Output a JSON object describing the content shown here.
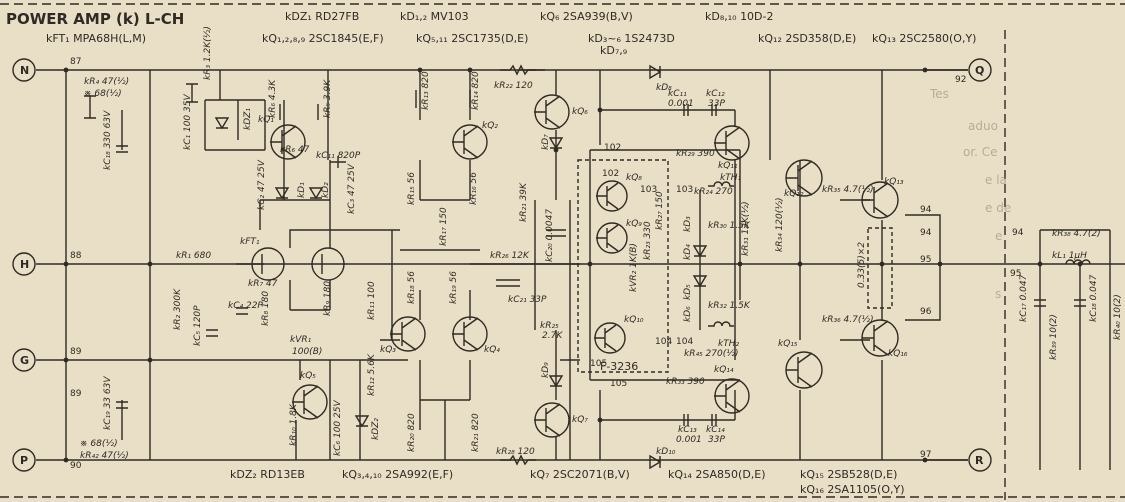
{
  "title": "POWER AMP (k) L-CH",
  "top_annotations": {
    "kdz1": "kDZ₁ RD27FB",
    "kd12": "kD₁,₂ MV103",
    "kq6": "kQ₆ 2SA939(B,V)",
    "kd810": "kD₈,₁₀ 10D-2",
    "kft1": "kFT₁ MPA68H(L,M)",
    "kq1289": "kQ₁,₂,₈,₉ 2SC1845(E,F)",
    "kq511": "kQ₅,₁₁ 2SC1735(D,E)",
    "kd36": "kD₃~₆ 1S2473D",
    "kd79": "kD₇,₉",
    "kq12": "kQ₁₂ 2SD358(D,E)",
    "kq13": "kQ₁₃ 2SC2580(O,Y)"
  },
  "bottom_annotations": {
    "kdz2": "kDZ₂ RD13EB",
    "kq3410": "kQ₃,₄,₁₀ 2SA992(E,F)",
    "kq7": "kQ₇ 2SC2071(B,V)",
    "kq14": "kQ₁₄ 2SA850(D,E)",
    "kq15": "kQ₁₅ 2SB528(D,E)",
    "kq16": "kQ₁₆ 2SA1105(O,Y)"
  },
  "terminals": {
    "n": "N",
    "h": "H",
    "g": "G",
    "p": "P",
    "q": "Q",
    "r": "R"
  },
  "nodes": {
    "n87": "87",
    "n88": "88",
    "n89a": "89",
    "n89b": "89",
    "n90": "90",
    "n92": "92",
    "n94a": "94",
    "n94b": "94",
    "n94c": "94",
    "n95a": "95",
    "n95b": "95",
    "n96": "96",
    "n97": "97",
    "n102a": "102",
    "n102b": "102",
    "n103a": "103",
    "n103b": "103",
    "n104a": "104",
    "n104b": "104",
    "n105a": "105",
    "n105b": "105"
  },
  "transistors": {
    "q1": "kQ₁",
    "q2": "kQ₂",
    "q3": "kQ₃",
    "q4": "kQ₄",
    "q5": "kQ₅",
    "q6": "kQ₆",
    "q7": "kQ₇",
    "q8": "kQ₈",
    "q9": "kQ₉",
    "q10": "kQ₁₀",
    "q11": "kQ₁₁",
    "q12": "kQ₁₂",
    "q13": "kQ₁₃",
    "q14": "kQ₁₄",
    "q15": "kQ₁₅",
    "q16": "kQ₁₆",
    "ft1": "kFT₁"
  },
  "components": {
    "r4": "kR₄ 47(½)",
    "r4b": "※ 68(½)",
    "r3": "kR₃ 1.2K(½)",
    "dz1": "kDZ₁",
    "c1": "kC₁ 100 35V",
    "c18": "kC₁₈ 330 63V",
    "r6": "kR₆ 4.3K",
    "r5": "kR₅ 3.9K",
    "r13": "kR₁₃ 820",
    "r14": "kR₁₄ 820",
    "r22": "kR₂₂ 120",
    "c11a": "kC₁₁",
    "c11b": "0.001",
    "c12a": "kC₁₂",
    "c12b": "33P",
    "r29": "kR₂₉ 390",
    "d8": "kD₈",
    "r6b": "kR₆ 47",
    "c11p": "kC₁₁ 820P",
    "c2": "kC₂ 47 25V",
    "d1": "kD₁",
    "d2": "kD₂",
    "c3": "kC₃ 47 25V",
    "r15": "kR₁₅ 56",
    "r16": "kR₁₆ 56",
    "r17": "kR₁₇ 150",
    "r21": "kR₂₁ 39K",
    "c20": "kC₂₀ 0.0047",
    "r24": "kR₂₄ 270",
    "th1": "kTH₁",
    "r30": "kR₃₀ 1.5K",
    "r31": "kR₃₁ 12K(½)",
    "r34": "kR₃₄ 120(½)",
    "r35": "kR₃₅ 4.7(½)",
    "r33w": "0.33(5)×2",
    "r1": "kR₁ 680",
    "r7": "kR₇ 47",
    "c4": "kC₄ 22P",
    "c5": "kC₅ 120P",
    "r8": "kR₈ 180",
    "r9": "kR₉ 180",
    "r26": "kR₂₆ 12K",
    "c21": "kC₂₁ 33P",
    "r2": "kR₂ 300K",
    "r11": "kR₁₁ 100",
    "vr1": "kVR₁",
    "vr1b": "100(B)",
    "r18": "kR₁₈ 56",
    "r19": "kR₁₉ 56",
    "r25": "kR₂₅",
    "r25b": "2.7K",
    "vr2": "kVR₂ 1K(B)",
    "r23": "kR₂₃ 330",
    "r27": "kR₂₇ 150",
    "r32": "kR₃₂ 1.5K",
    "r45": "kR₄₅ 270(½)",
    "th2": "kTH₂",
    "r36": "kR₃₆ 4.7(½)",
    "r38": "kR₃₈ 4.7(2)",
    "l1": "kL₁ 1μH",
    "c17": "kC₁₇ 0.047",
    "c18b": "kC₁₈ 0.047",
    "r39": "kR₃₉ 10(2)",
    "r40": "kR₄₀ 10(2)",
    "f3236": "F-3236",
    "c19": "kC₁₉ 33 63V",
    "r42": "kR₄₂ 47(½)",
    "r42b": "※ 68(½)",
    "r10": "kR₁₀ 1.8K",
    "c6": "kC₆ 100 25V",
    "dz2": "kDZ₂",
    "r12": "kR₁₂ 5.6K",
    "r20": "kR₂₀ 820",
    "r21b": "kR₂₁ 820",
    "r28": "kR₂₈ 120",
    "r33": "kR₃₃ 390",
    "c13a": "kC₁₃",
    "c13b": "0.001",
    "c14a": "kC₁₄",
    "c14b": "33P",
    "d10": "kD₁₀",
    "d7": "kD₇",
    "d9": "kD₉",
    "d3": "kD₃",
    "d4": "kD₄",
    "d5": "kD₅",
    "d6": "kD₆"
  },
  "bleed_text": [
    "Tes",
    "aduo",
    "or. Ce",
    "e la",
    "e de",
    "e",
    "s"
  ]
}
